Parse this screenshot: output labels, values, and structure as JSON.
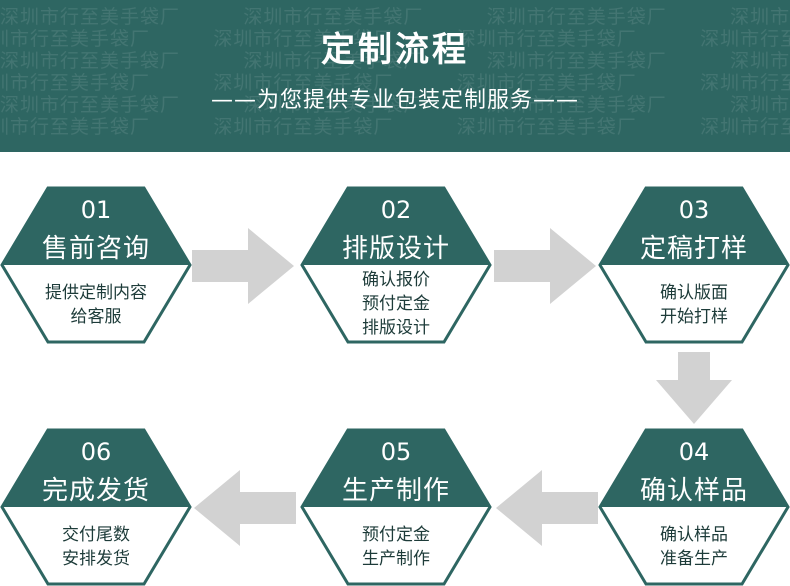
{
  "header": {
    "title": "定制流程",
    "subtitle": "——为您提供专业包装定制服务——",
    "watermark": "深圳市行至美手袋厂"
  },
  "colors": {
    "teal": "#2e6662",
    "arrow_gray": "#d2d2d2",
    "white": "#ffffff"
  },
  "steps": [
    {
      "num": "01",
      "name": "售前咨询",
      "lines": [
        "提供定制内容",
        "给客服"
      ]
    },
    {
      "num": "02",
      "name": "排版设计",
      "lines": [
        "确认报价",
        "预付定金",
        "排版设计"
      ]
    },
    {
      "num": "03",
      "name": "定稿打样",
      "lines": [
        "确认版面",
        "开始打样"
      ]
    },
    {
      "num": "04",
      "name": "确认样品",
      "lines": [
        "确认样品",
        "准备生产"
      ]
    },
    {
      "num": "05",
      "name": "生产制作",
      "lines": [
        "预付定金",
        "生产制作"
      ]
    },
    {
      "num": "06",
      "name": "完成发货",
      "lines": [
        "交付尾数",
        "安排发货"
      ]
    }
  ],
  "arrows": [
    "arrow-right",
    "arrow-right",
    "arrow-down",
    "arrow-left",
    "arrow-left"
  ]
}
